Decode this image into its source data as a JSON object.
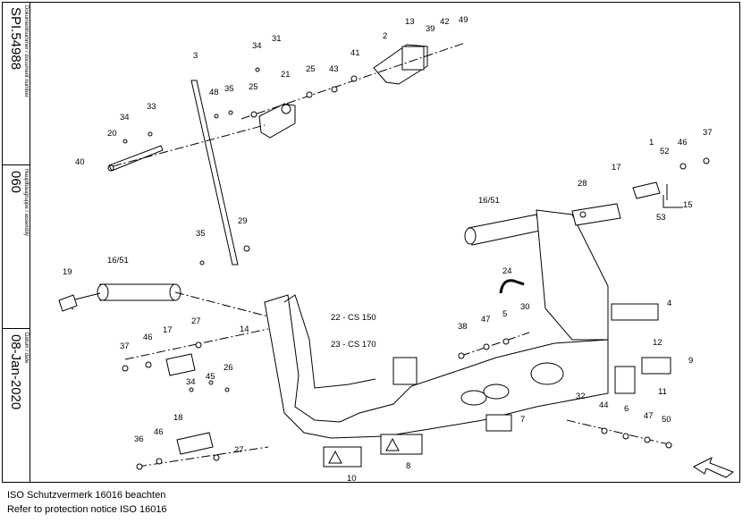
{
  "title_block": {
    "doc_number_caption": "Dokumentnummer / document number",
    "doc_number": "SPI.54988",
    "assembly_caption": "Hauptbaugruppe / assembly",
    "assembly": "060",
    "date_caption": "Datum / date",
    "date": "08-Jan-2020"
  },
  "diagram": {
    "part_numbers": [
      "1",
      "2",
      "3",
      "4",
      "5",
      "6",
      "7",
      "8",
      "9",
      "10",
      "11",
      "12",
      "13",
      "14",
      "15",
      "16/51",
      "16/51",
      "17",
      "17",
      "18",
      "19",
      "20",
      "21",
      "22 - CS 150",
      "23 - CS 170",
      "24",
      "25",
      "25",
      "26",
      "27",
      "27",
      "28",
      "29",
      "30",
      "31",
      "32",
      "33",
      "34",
      "34",
      "34",
      "35",
      "35",
      "36",
      "37",
      "37",
      "38",
      "39",
      "40",
      "41",
      "42",
      "43",
      "44",
      "45",
      "46",
      "46",
      "46",
      "47",
      "47",
      "48",
      "49",
      "50",
      "52",
      "53"
    ]
  },
  "footer": {
    "line1": "ISO Schutzvermerk 16016 beachten",
    "line2": "Refer to protection notice ISO 16016"
  }
}
